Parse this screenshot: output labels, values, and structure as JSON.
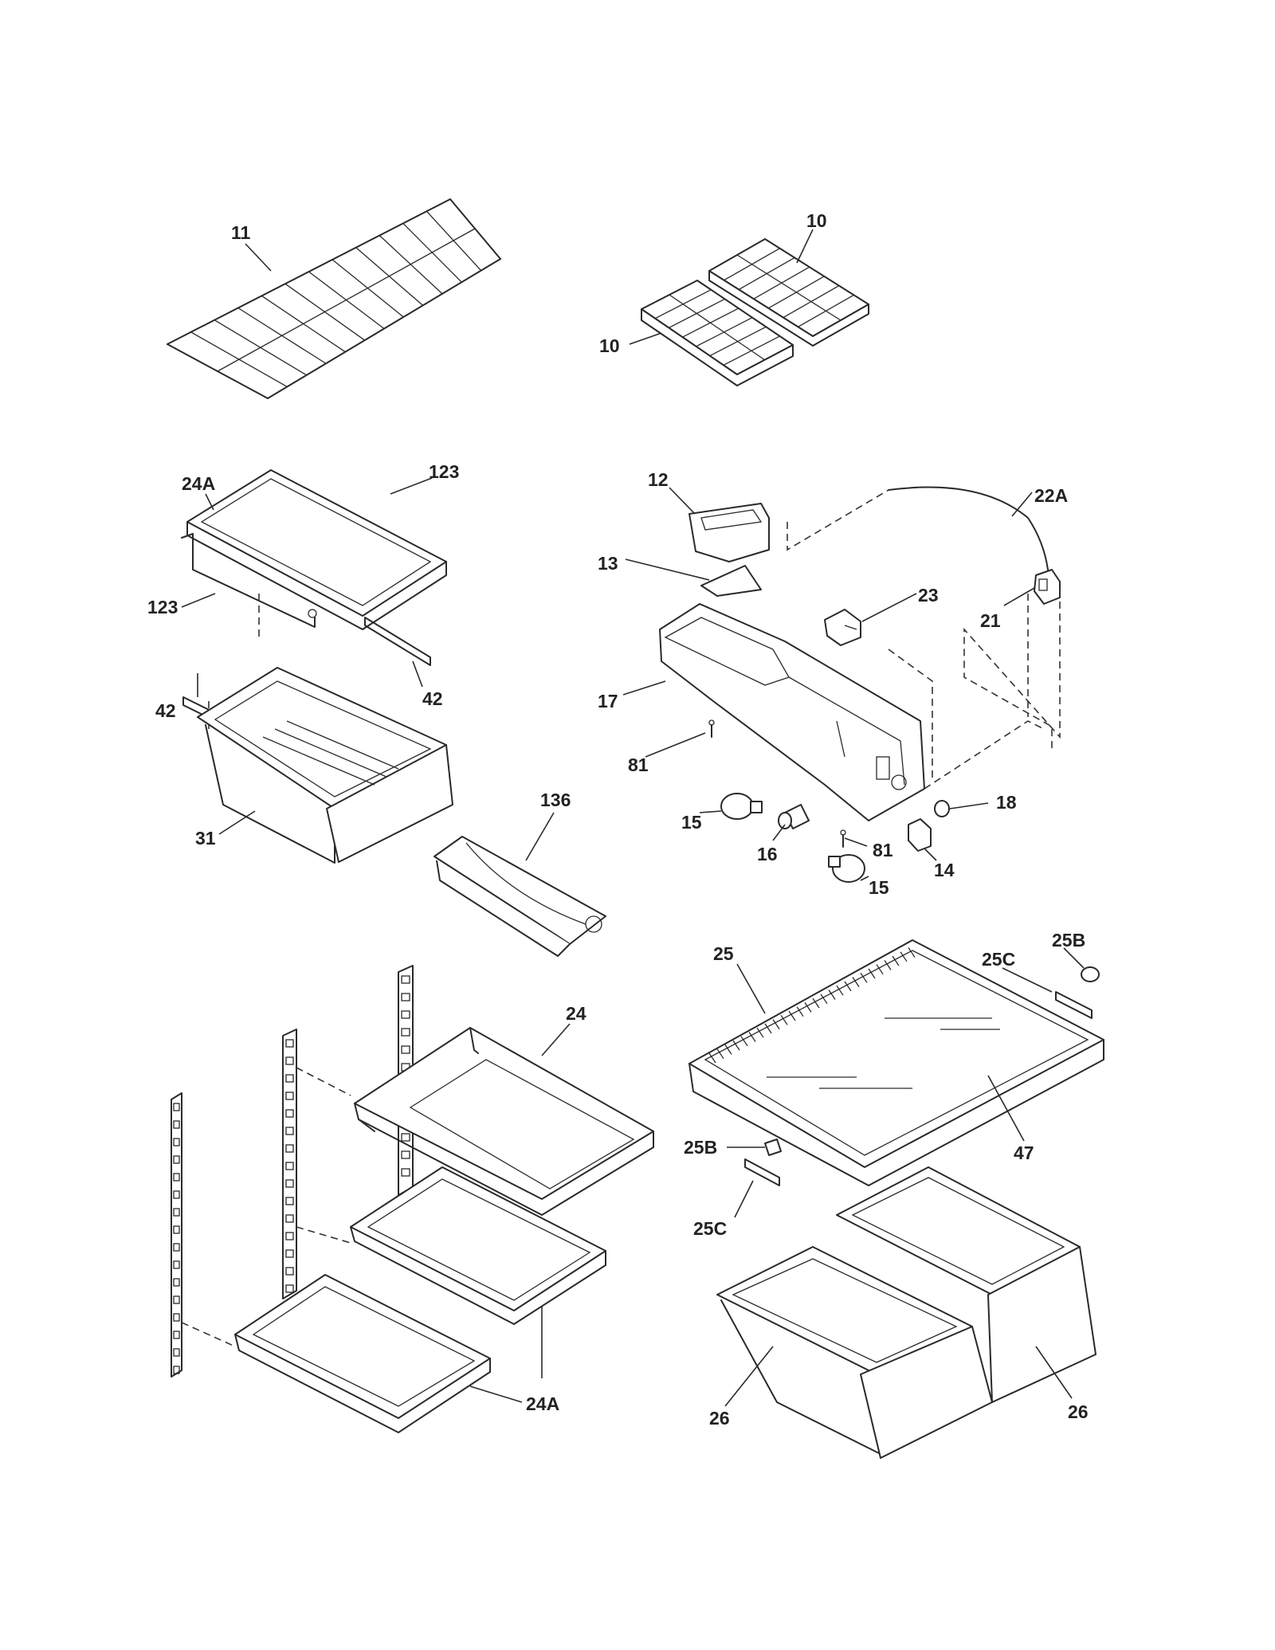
{
  "labels": {
    "p11": "11",
    "p10a": "10",
    "p10b": "10",
    "p24a_top": "24A",
    "p123a": "123",
    "p123b": "123",
    "p42a": "42",
    "p42b": "42",
    "p31": "31",
    "p136": "136",
    "p12": "12",
    "p22a": "22A",
    "p13": "13",
    "p23": "23",
    "p21": "21",
    "p17": "17",
    "p81a": "81",
    "p81b": "81",
    "p18": "18",
    "p15a": "15",
    "p15b": "15",
    "p16": "16",
    "p14": "14",
    "p25b_top": "25B",
    "p25": "25",
    "p25c_top": "25C",
    "p24": "24",
    "p47": "47",
    "p25b_bot": "25B",
    "p25c_bot": "25C",
    "p24a_bot": "24A",
    "p26a": "26",
    "p26b": "26"
  }
}
